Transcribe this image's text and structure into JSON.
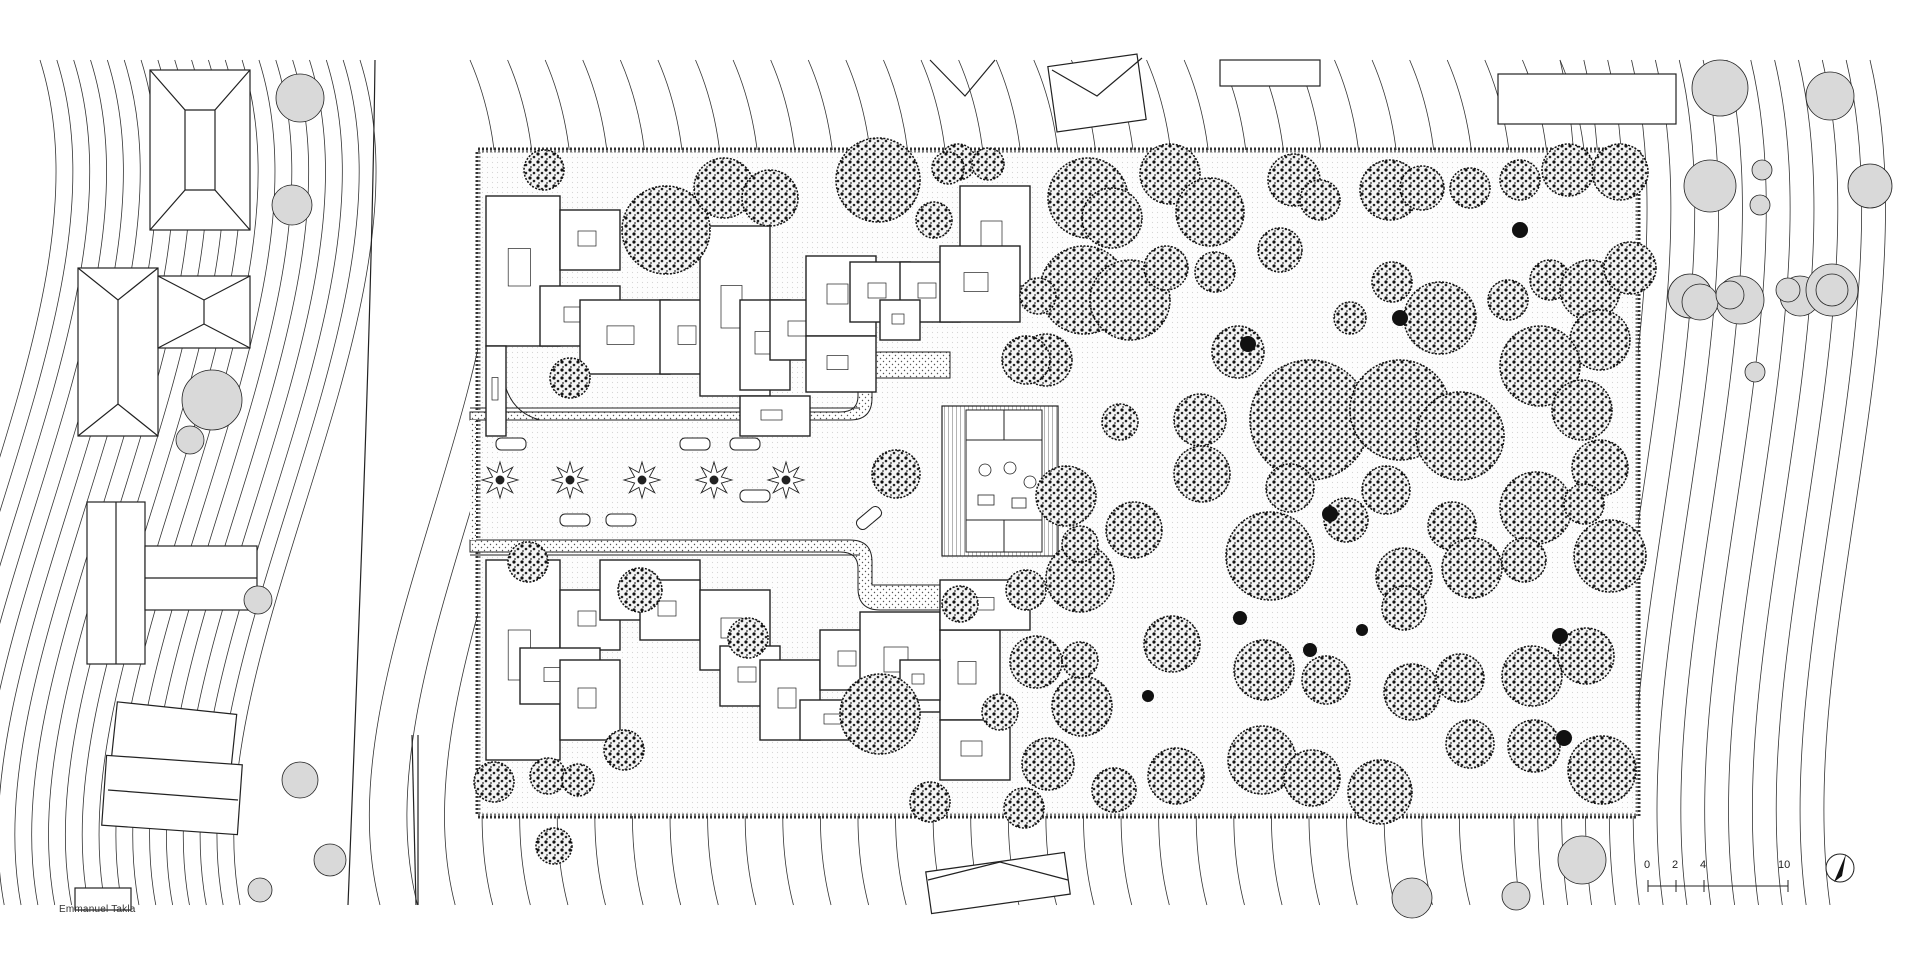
{
  "credit": "Emmanuel Takla",
  "scale_bar": {
    "ticks": [
      "0",
      "2",
      "4",
      "10"
    ]
  },
  "north_arrow": {
    "icon": "north-arrow-icon"
  },
  "colors": {
    "line": "#222222",
    "tree_fill": "#d9d9d9",
    "shrub_dark": "#1a1a1a",
    "paving": "#e9e9e9",
    "background": "#ffffff"
  },
  "legend": {
    "tree_icon": "tree-canopy-icon",
    "house_icon": "house-roof-icon",
    "car_icon": "car-icon"
  }
}
